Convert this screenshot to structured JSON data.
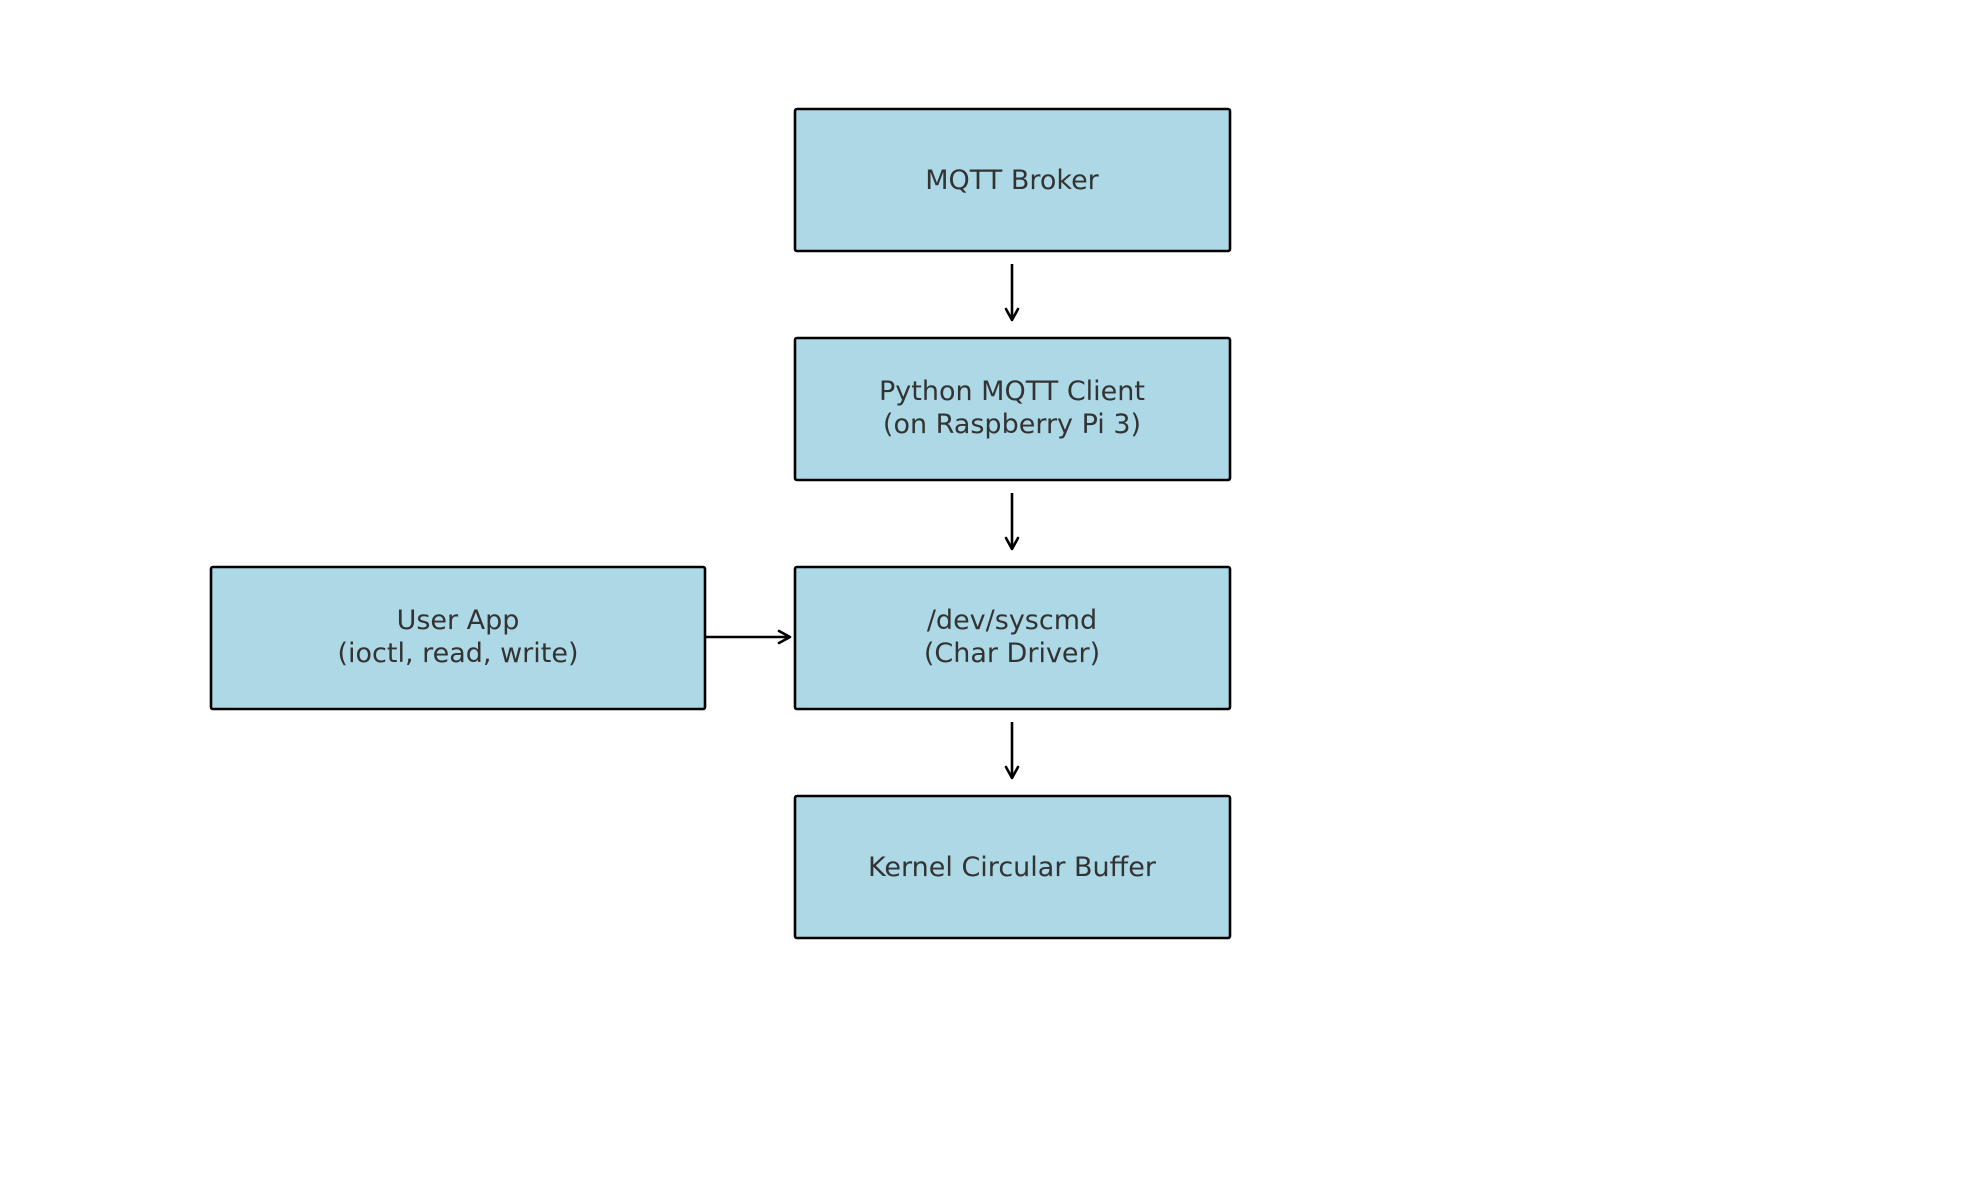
{
  "diagram": {
    "type": "flowchart",
    "colors": {
      "node_fill": "#add8e6",
      "node_border": "#000000",
      "text": "#333333",
      "edge": "#000000"
    },
    "nodes": [
      {
        "id": "broker",
        "lines": [
          "MQTT Broker"
        ]
      },
      {
        "id": "client",
        "lines": [
          "Python MQTT Client",
          "(on Raspberry Pi 3)"
        ]
      },
      {
        "id": "driver",
        "lines": [
          "/dev/syscmd",
          "(Char Driver)"
        ]
      },
      {
        "id": "buffer",
        "lines": [
          "Kernel Circular Buffer"
        ]
      },
      {
        "id": "userapp",
        "lines": [
          "User App",
          "(ioctl, read, write)"
        ]
      }
    ],
    "edges": [
      {
        "from": "broker",
        "to": "client"
      },
      {
        "from": "client",
        "to": "driver"
      },
      {
        "from": "driver",
        "to": "buffer"
      },
      {
        "from": "userapp",
        "to": "driver"
      }
    ]
  }
}
